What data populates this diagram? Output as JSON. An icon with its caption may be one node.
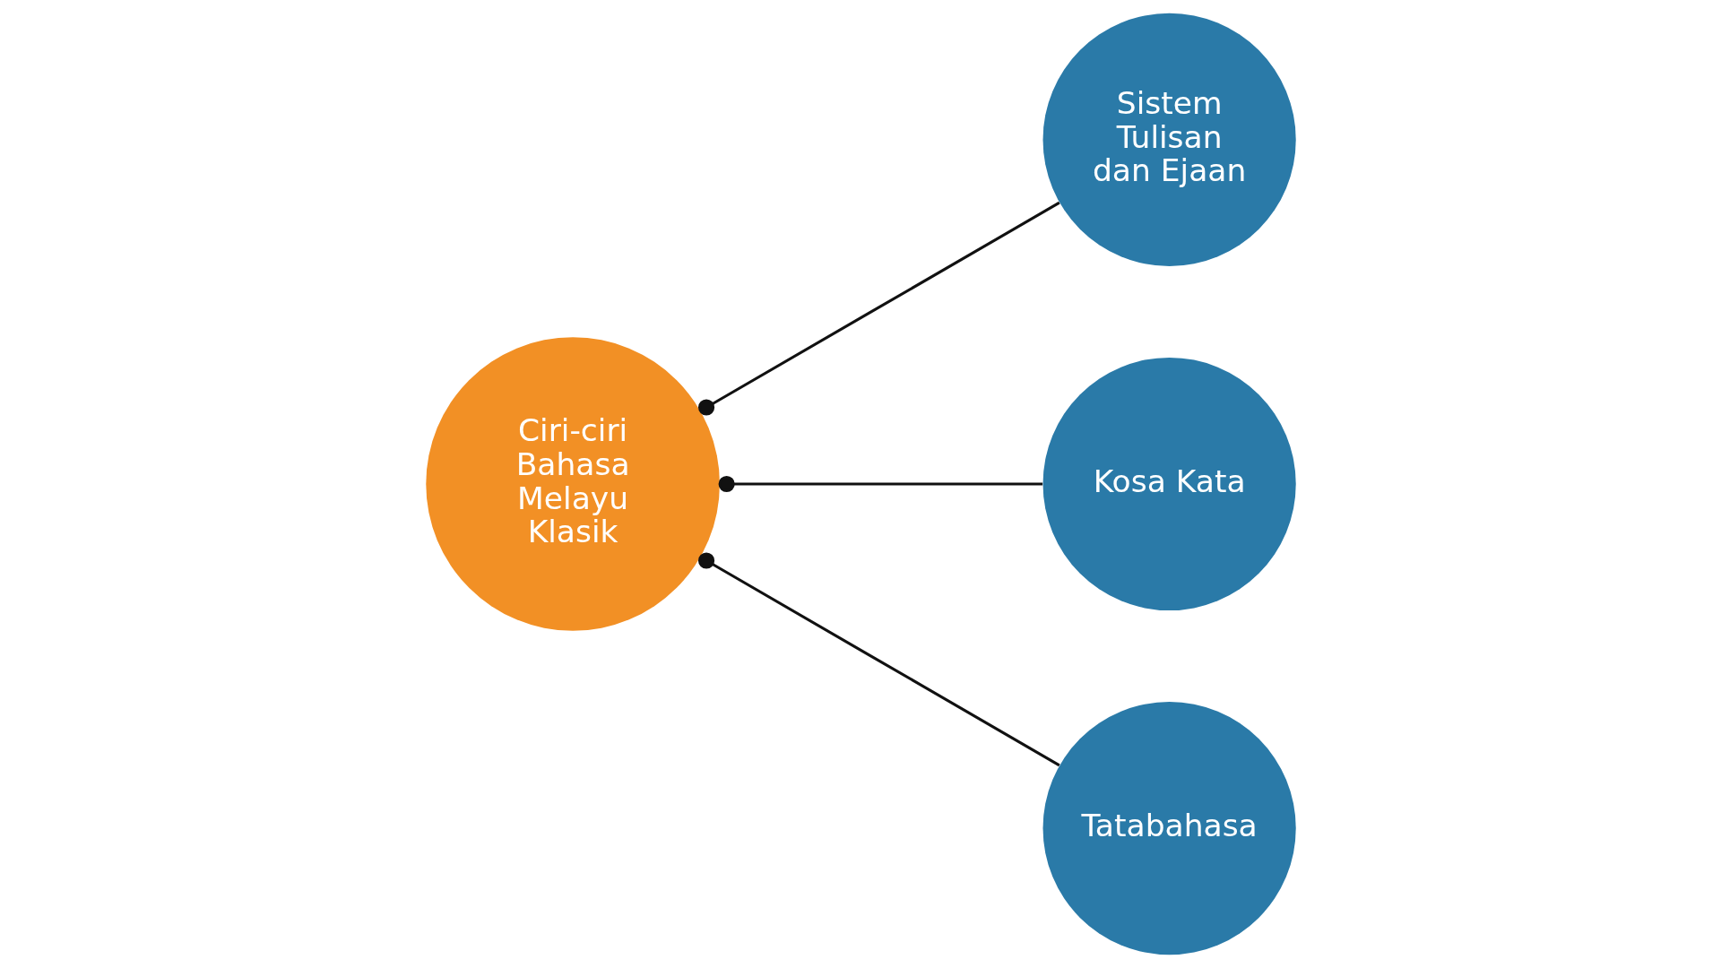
{
  "diagram": {
    "nodes": [
      {
        "text": [
          "Ciri-ciri Bahasa Melayu Klasik"
        ]
      },
      {
        "text": [
          "Sistem Tulisan dan Ejaan"
        ]
      },
      {
        "text": [
          "Kosa Kata"
        ]
      },
      {
        "text": [
          "Tatabahasa"
        ]
      }
    ],
    "edges": [
      {
        "from": 0,
        "to": 1,
        "arrow": "other"
      },
      {
        "from": 0,
        "to": 2,
        "arrow": "other"
      },
      {
        "from": 0,
        "to": 3,
        "arrow": "other"
      }
    ]
  }
}
